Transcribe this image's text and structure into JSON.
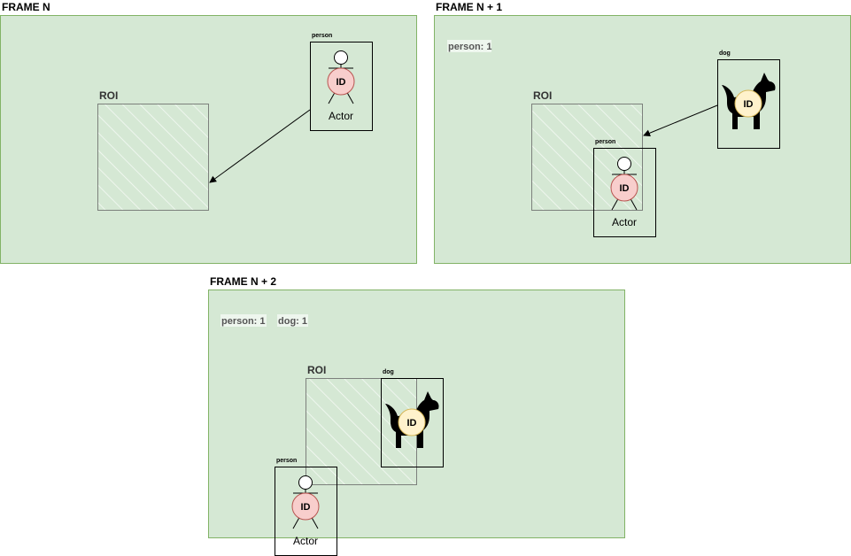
{
  "frames": [
    {
      "title": "FRAME N",
      "roi_label": "ROI",
      "counts": [],
      "person": {
        "label": "person",
        "actor": "Actor",
        "id": "ID"
      }
    },
    {
      "title": "FRAME N + 1",
      "roi_label": "ROI",
      "counts": [
        "person: 1"
      ],
      "person": {
        "label": "person",
        "actor": "Actor",
        "id": "ID"
      },
      "dog": {
        "label": "dog",
        "id": "ID"
      }
    },
    {
      "title": "FRAME N + 2",
      "roi_label": "ROI",
      "counts": [
        "person: 1",
        "dog: 1"
      ],
      "person": {
        "label": "person",
        "actor": "Actor",
        "id": "ID"
      },
      "dog": {
        "label": "dog",
        "id": "ID"
      }
    }
  ],
  "colors": {
    "frame_fill": "#d5e8d4",
    "frame_stroke": "#82b366",
    "id_person_fill": "#f8cecc",
    "id_person_stroke": "#b85450",
    "id_dog_fill": "#fff2cc",
    "id_dog_stroke": "#d6b656"
  }
}
